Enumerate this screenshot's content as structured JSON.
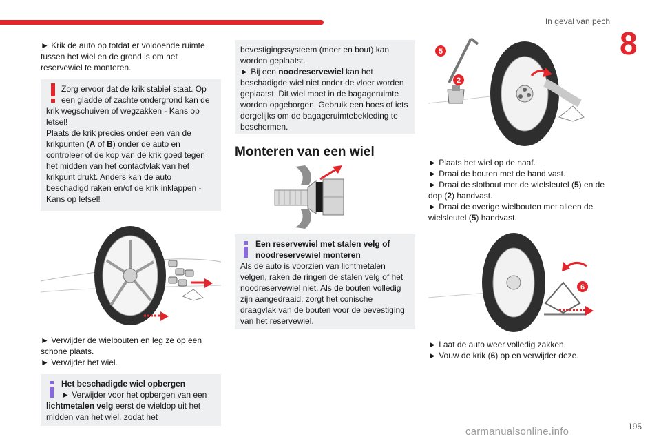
{
  "header": {
    "section_title": "In geval van pech",
    "chapter_number": "8"
  },
  "col1": {
    "intro": "► Krik de auto op totdat er voldoende ruimte tussen het wiel en de grond is om het reservewiel te monteren.",
    "warning": {
      "line1": "Zorg ervoor dat de krik stabiel staat. Op een gladde of zachte ondergrond kan de",
      "line2": "krik wegschuiven of wegzakken - Kans op letsel!",
      "line3": "Plaats de krik precies onder een van de krikpunten (",
      "A": "A",
      "of": " of ",
      "B": "B",
      "line3b": ") onder de auto en controleer of de kop van de krik goed tegen het midden van het contactvlak van het krikpunt drukt. Anders kan de auto beschadigd raken en/of de krik inklappen - Kans op letsel!"
    },
    "steps": [
      "► Verwijder de wielbouten en leg ze op een schone plaats.",
      "► Verwijder het wiel."
    ],
    "info": {
      "title": "Het beschadigde wiel opbergen",
      "text_a": "► Verwijder voor het opbergen van een ",
      "text_bold": "lichtmetalen velg",
      "text_b": " eerst de wieldop uit het midden van het wiel, zodat het"
    }
  },
  "col2": {
    "continued": {
      "text1": "bevestigingssysteem (moer en bout) kan worden geplaatst.",
      "text2a": "► Bij een ",
      "text2bold": "noodreservewiel",
      "text2b": " kan het beschadigde wiel niet onder de vloer worden geplaatst. Dit wiel moet in de bagageruimte worden opgeborgen. Gebruik een hoes of iets dergelijks om de bagageruimtebekleding te beschermen."
    },
    "heading": "Monteren van een wiel",
    "info": {
      "title": "Een reservewiel met stalen velg of noodreservewiel monteren",
      "text": "Als de auto is voorzien van lichtmetalen velgen, raken de ringen de stalen velg of het noodreservewiel niet. Als de bouten volledig zijn aangedraaid, zorgt het conische draagvlak van de bouten voor de bevestiging van het reservewiel."
    }
  },
  "col3": {
    "labels": {
      "wrench": "5",
      "cap": "2",
      "jack": "6"
    },
    "steps1": [
      "► Plaats het wiel op de naaf.",
      "► Draai de bouten met de hand vast."
    ],
    "step_wrench": {
      "a": "► Draai de slotbout met de wielsleutel (",
      "n": "5",
      "b": ") en de dop (",
      "n2": "2",
      "c": ") handvast."
    },
    "step_other": {
      "a": "► Draai de overige wielbouten met alleen de wielsleutel (",
      "n": "5",
      "b": ") handvast."
    },
    "step_lower": "► Laat de auto weer volledig zakken.",
    "step_fold": {
      "a": "► Vouw de krik (",
      "n": "6",
      "b": ") op en verwijder deze."
    }
  },
  "footer": {
    "page_number": "195",
    "watermark": "carmanualsonline.info"
  },
  "colors": {
    "accent": "#e3262c",
    "box_bg": "#eeeff1",
    "info_purple": "#8a6ad8"
  }
}
